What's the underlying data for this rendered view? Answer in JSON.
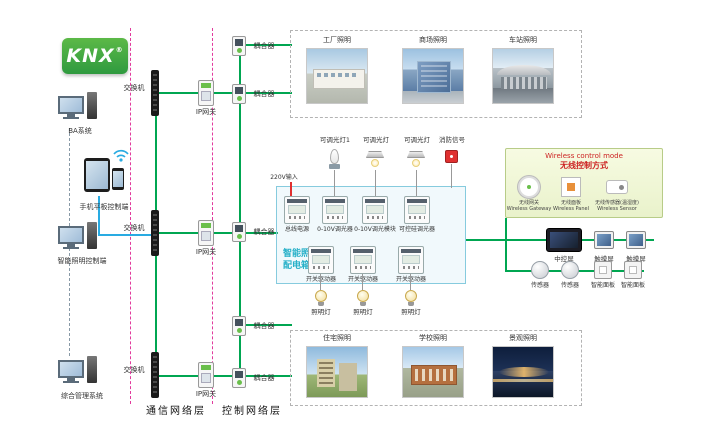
{
  "logo": {
    "text": "KNX",
    "reg": "®",
    "brand_color": "#3aaa35"
  },
  "colors": {
    "bus_green": "#00a651",
    "divider_pink": "#e23a9d",
    "ethernet_blue": "#29abe2",
    "alarm_red": "#e03030",
    "panel_border": "#86cbde",
    "panel_title": "#26b0c8",
    "wireless_title": "#cc2222"
  },
  "terminals": [
    {
      "label": "BA系统"
    },
    {
      "label": "手机平板控制端"
    },
    {
      "label": "智能照明控制端"
    },
    {
      "label": "综合管理系统"
    }
  ],
  "network": {
    "switches": [
      {
        "label": "交换机"
      },
      {
        "label": "交换机"
      },
      {
        "label": "交换机"
      }
    ],
    "gateways": [
      {
        "label": "IP网关"
      },
      {
        "label": "IP网关"
      },
      {
        "label": "IP网关"
      }
    ],
    "couplers": [
      {
        "label": "耦合器"
      },
      {
        "label": "耦合器"
      },
      {
        "label": "耦合器"
      },
      {
        "label": "耦合器"
      },
      {
        "label": "耦合器"
      }
    ]
  },
  "layers": {
    "communication": "通信网络层",
    "control": "控制网络层"
  },
  "scenes_top": [
    {
      "label": "工厂照明"
    },
    {
      "label": "商场照明"
    },
    {
      "label": "车站照明"
    }
  ],
  "scenes_bottom": [
    {
      "label": "住宅照明"
    },
    {
      "label": "学校照明"
    },
    {
      "label": "景观照明"
    }
  ],
  "panel": {
    "title_line1": "智能照明",
    "title_line2": "配电箱",
    "power_input": "220V输入",
    "row1": [
      {
        "label": "总线电源"
      },
      {
        "label": "0-10V调光器"
      },
      {
        "label": "0-10V调光模块"
      },
      {
        "label": "可控硅调光器"
      }
    ],
    "row2": [
      {
        "label": "开关驱动器"
      },
      {
        "label": "开关驱动器"
      },
      {
        "label": "开关驱动器"
      }
    ],
    "loads_top": [
      {
        "label": "可调光灯1"
      },
      {
        "label": "可调光灯"
      },
      {
        "label": "可调光灯"
      },
      {
        "label": "消防信号"
      }
    ],
    "loads_bottom": [
      {
        "label": "照明灯"
      },
      {
        "label": "照明灯"
      },
      {
        "label": "照明灯"
      }
    ]
  },
  "wireless": {
    "title_en": "Wireless control mode",
    "title_zh": "无线控制方式",
    "devices": [
      {
        "zh": "无线网关",
        "en": "Wireless Gateway"
      },
      {
        "zh": "无线面板",
        "en": "Wireless Panel"
      },
      {
        "zh": "无线传感器(温湿度)",
        "en": "Wireless Sensor"
      }
    ]
  },
  "control_devices": [
    {
      "label": "中控屏"
    },
    {
      "label": "触摸屏"
    },
    {
      "label": "触摸屏"
    }
  ],
  "field_devices": [
    {
      "label": "传感器"
    },
    {
      "label": "传感器"
    },
    {
      "label": "智能面板"
    },
    {
      "label": "智能面板"
    }
  ]
}
